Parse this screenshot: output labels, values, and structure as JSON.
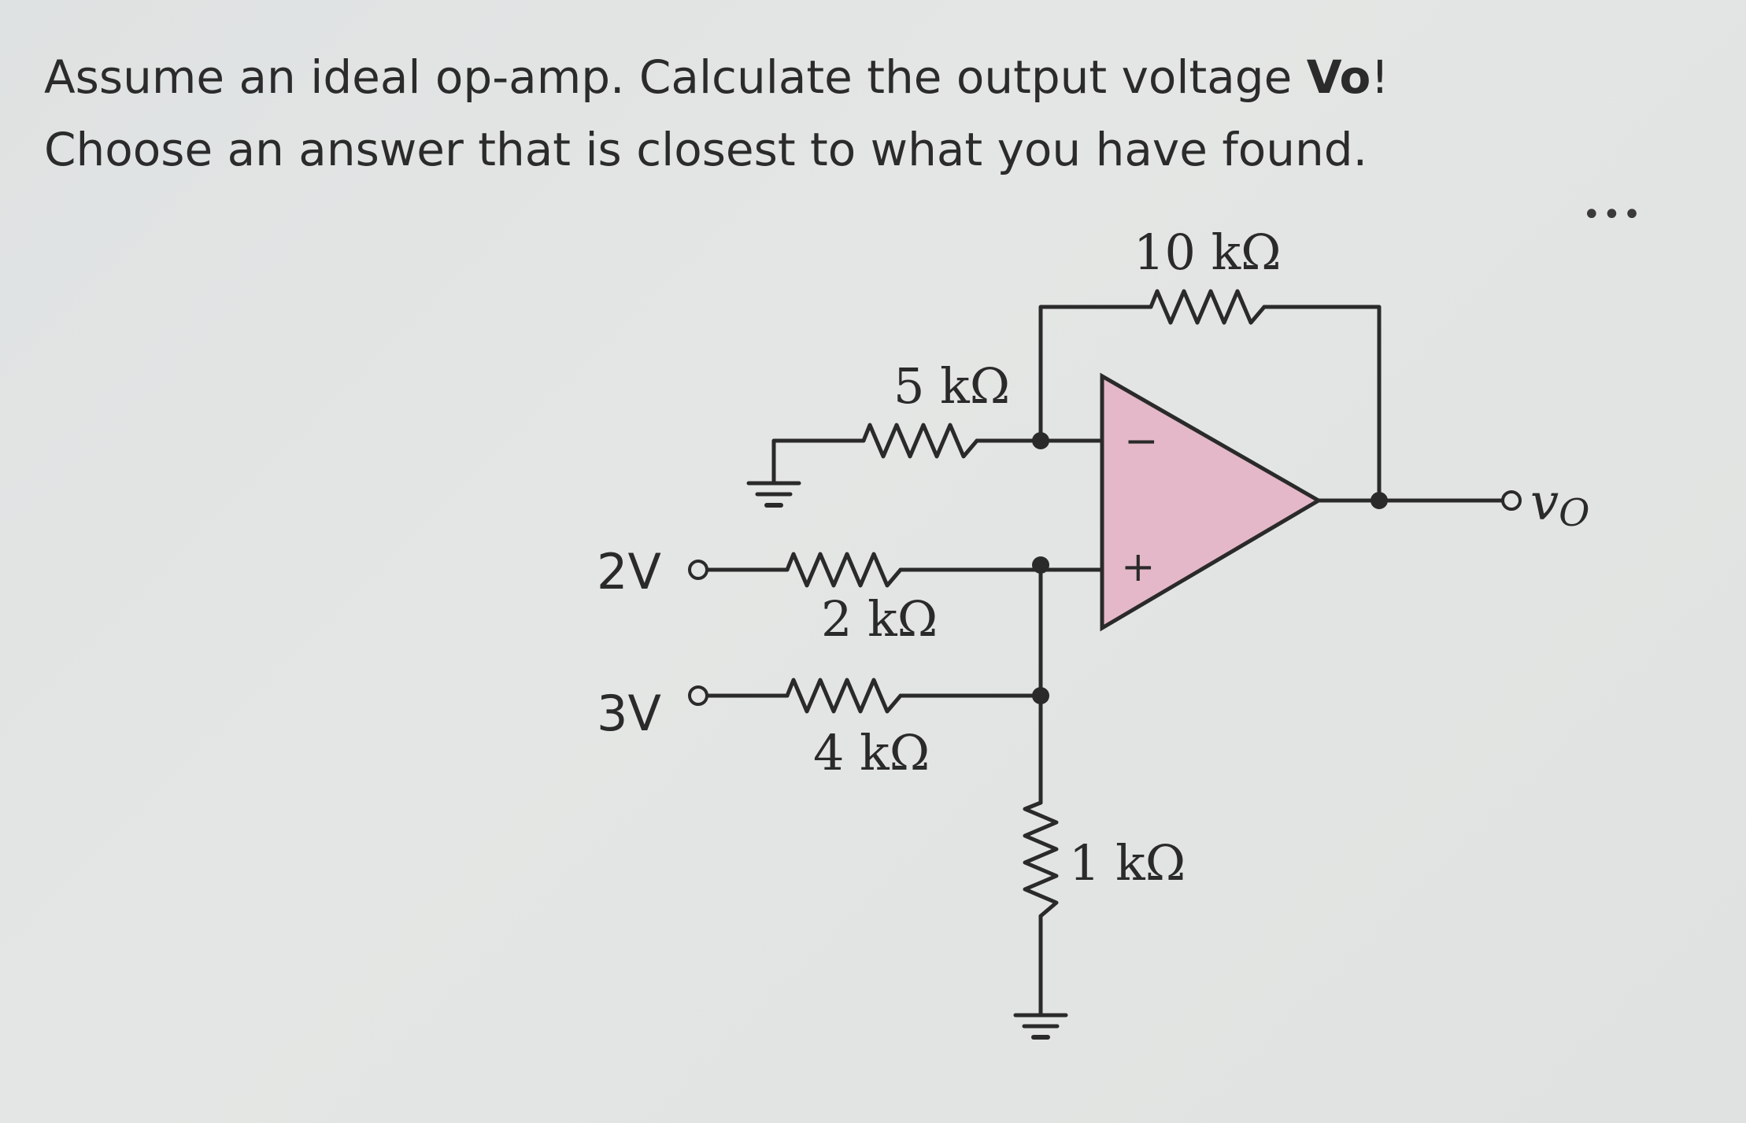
{
  "question": {
    "line1_prefix": "Assume an ideal op-amp. Calculate the output voltage ",
    "line1_bold": "Vo",
    "line1_suffix": "!",
    "line2": "Choose an answer that is closest to what you have found."
  },
  "more_menu": "•••",
  "circuit": {
    "r_feedback": "10 kΩ",
    "r_ground_inv": "5 kΩ",
    "r_in_2v": "2 kΩ",
    "r_in_3v": "4 kΩ",
    "r_ground_noninv": "1 kΩ",
    "source_2v": "2V",
    "source_3v": "3V",
    "opamp_minus": "−",
    "opamp_plus": "+",
    "output_label": "v",
    "output_subscript": "O",
    "opamp_fill": "#e4b8c8"
  }
}
